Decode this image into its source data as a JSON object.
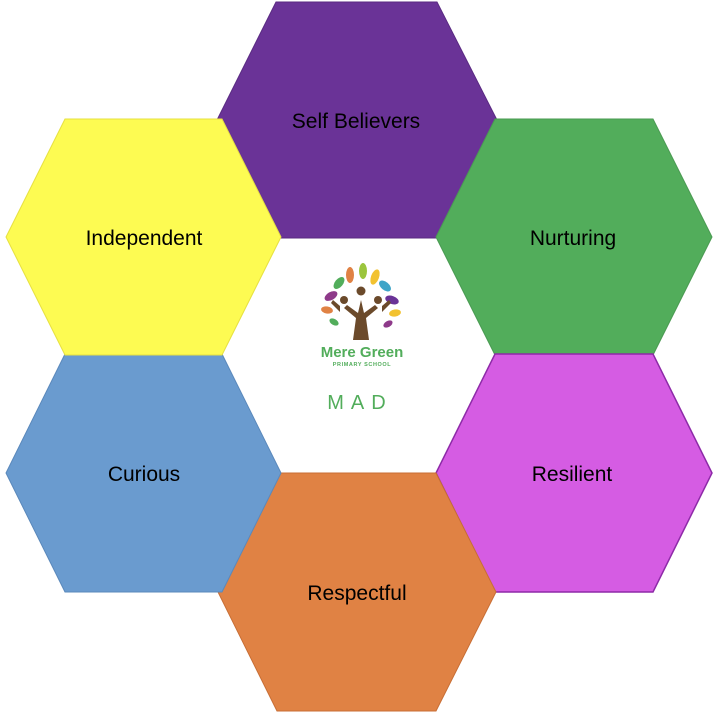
{
  "hexagons": [
    {
      "id": "self-believers",
      "label": "Self Believers",
      "color": "#6a3397"
    },
    {
      "id": "nurturing",
      "label": "Nurturing",
      "color": "#52ad5b"
    },
    {
      "id": "resilient",
      "label": "Resilient",
      "color": "#d55ce3"
    },
    {
      "id": "respectful",
      "label": "Respectful",
      "color": "#e08244"
    },
    {
      "id": "curious",
      "label": "Curious",
      "color": "#6a9bcf"
    },
    {
      "id": "independent",
      "label": "Independent",
      "color": "#fdfb52"
    }
  ],
  "center": {
    "school_name": "Mere Green",
    "school_subtitle": "PRIMARY SCHOOL",
    "motto": "MAD",
    "text_color": "#52ad5b",
    "logo_icon": "tree-of-people-icon",
    "leaf_colors": [
      "#8e3a8a",
      "#52ad5b",
      "#e08244",
      "#f2c230",
      "#3fa5c8",
      "#6a3397",
      "#9bc53d"
    ]
  }
}
